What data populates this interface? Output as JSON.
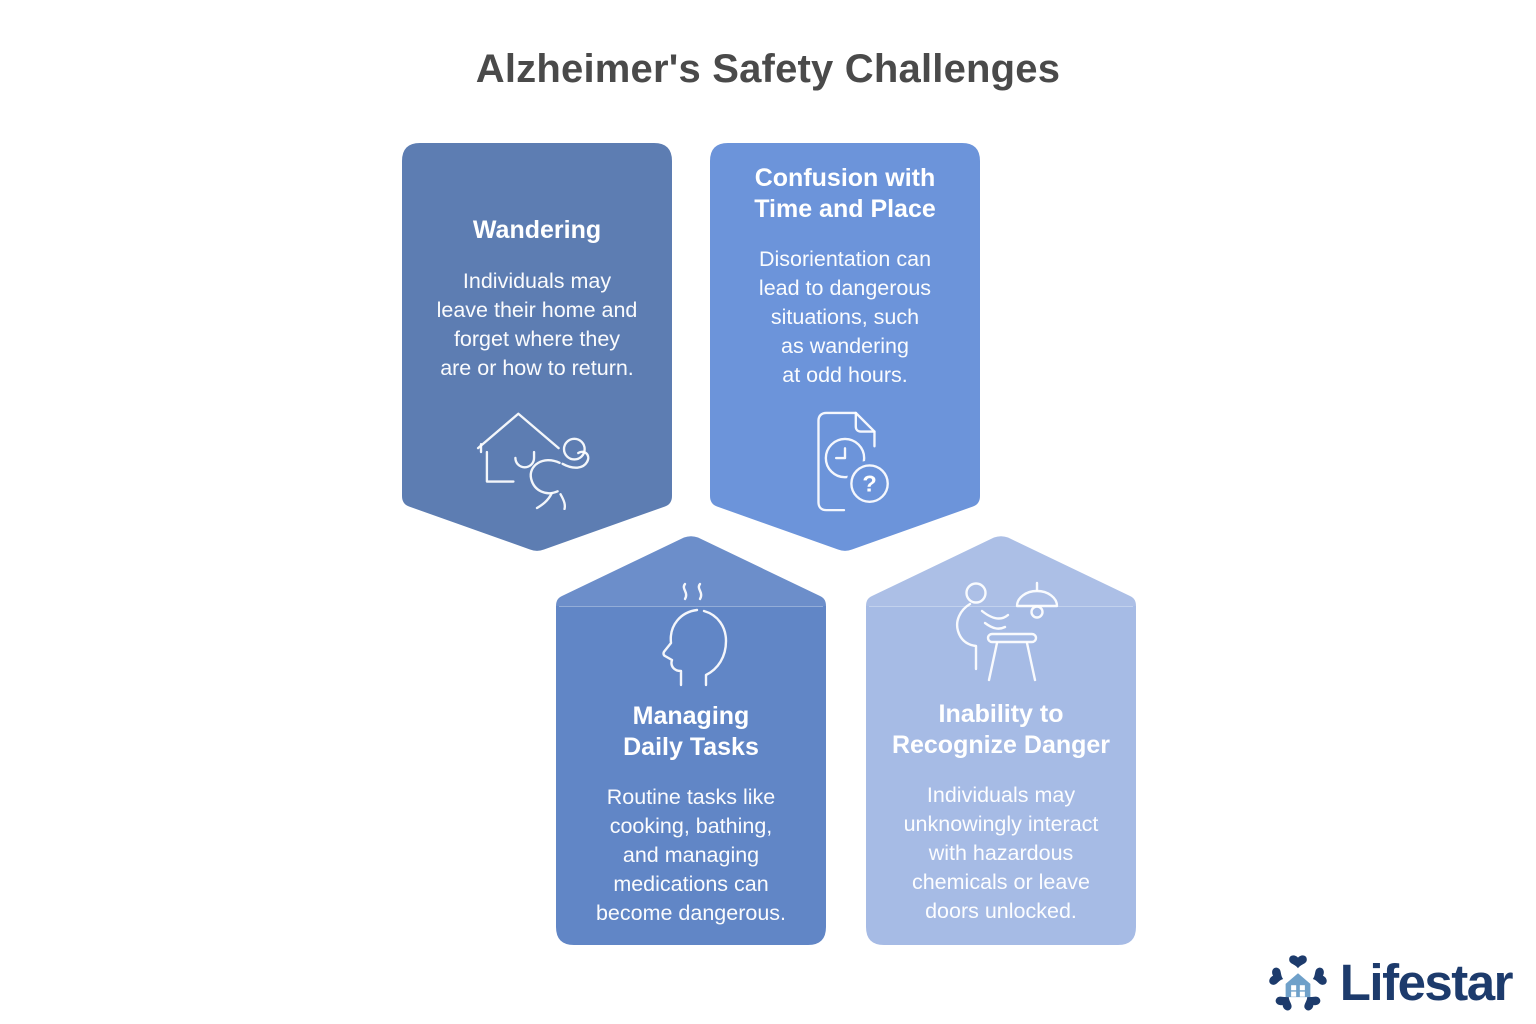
{
  "page": {
    "title": "Alzheimer's Safety Challenges",
    "title_color": "#4a4a4a",
    "background": "#ffffff"
  },
  "cards": [
    {
      "title": "Wandering",
      "body": "Individuals may leave their home and forget where they are or how to return.",
      "color": "#5d7db2",
      "icon": "house-wandering-person-icon",
      "shape": "banner-point-down"
    },
    {
      "title": "Confusion with Time and Place",
      "body": "Disorientation can lead to dangerous situations, such as wandering at odd hours.",
      "color": "#6c94da",
      "icon": "document-clock-question-icon",
      "shape": "banner-point-down"
    },
    {
      "title": "Managing Daily Tasks",
      "body": "Routine tasks like cooking, bathing, and managing medications can become dangerous.",
      "color": "#6186c6",
      "icon": "confused-head-steam-icon",
      "shape": "house-point-up"
    },
    {
      "title": "Inability to Recognize Danger",
      "body": "Individuals may unknowingly interact with hazardous chemicals or leave doors unlocked.",
      "color": "#a6bbe5",
      "icon": "person-stool-lamp-icon",
      "shape": "house-point-up"
    }
  ],
  "glyphs": {
    "question_mark": "?"
  },
  "logo": {
    "text": "Lifestar",
    "text_color": "#1d3b6c",
    "star_color": "#1d3b6c",
    "house_color": "#6fa0c9"
  }
}
